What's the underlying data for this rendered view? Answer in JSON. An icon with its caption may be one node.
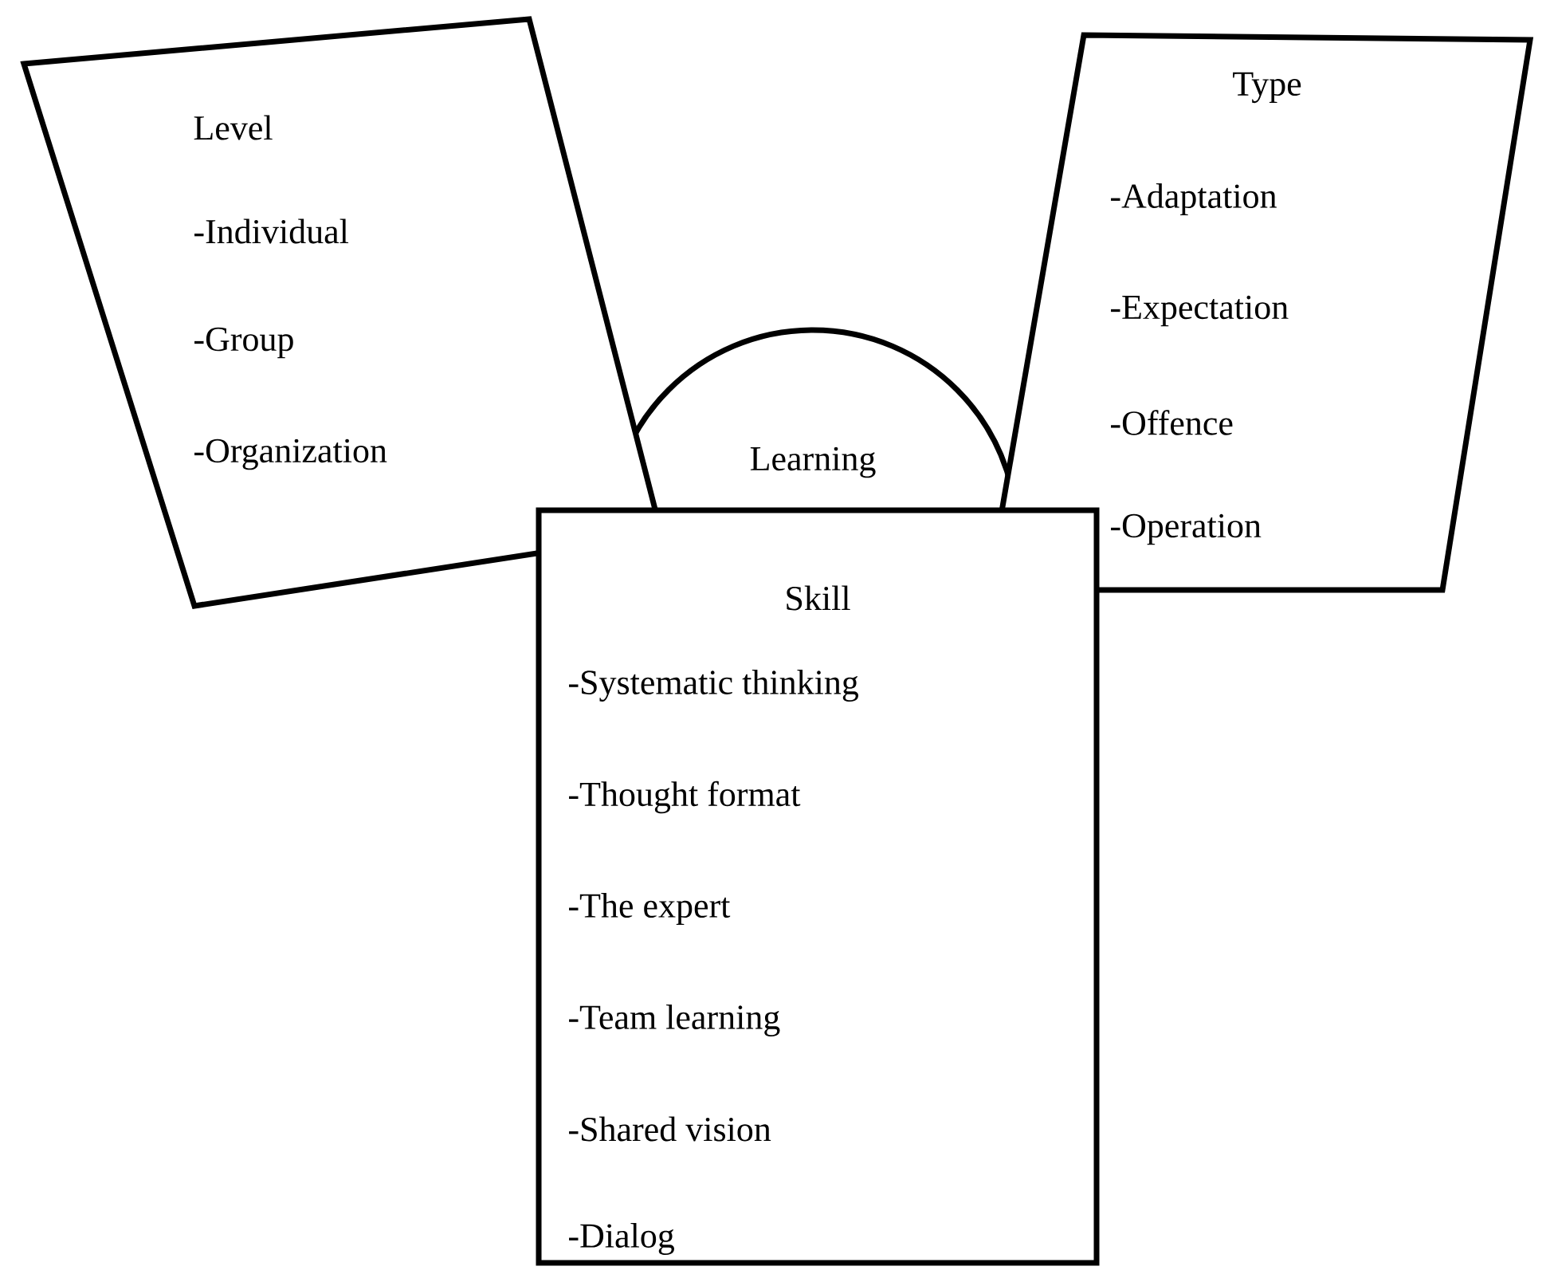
{
  "diagram": {
    "nodes": [
      {
        "text": [
          "Level",
          "-Individual",
          "-Group",
          "-Organization"
        ]
      },
      {
        "text": [
          "Learning"
        ]
      },
      {
        "text": [
          "Type",
          "-Adaptation",
          "-Expectation",
          "-Offence",
          "-Operation"
        ]
      },
      {
        "text": [
          "Skill",
          "-Systematic thinking",
          "-Thought format",
          "-The expert",
          "-Team learning",
          "-Shared vision",
          "-Dialog"
        ]
      }
    ]
  }
}
